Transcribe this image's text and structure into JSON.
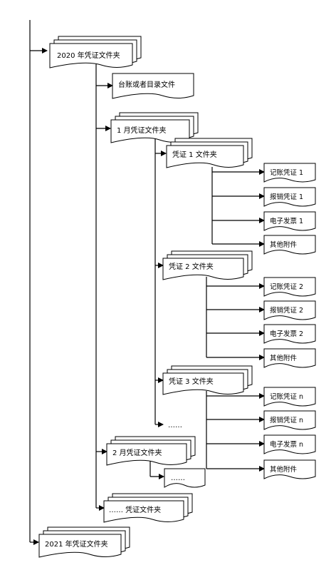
{
  "nodes": {
    "y2020": "2020 年凭证文件夹",
    "ledger": "台账或者目录文件",
    "jan": "1 月凭证文件夹",
    "v1": "凭证 1 文件夹",
    "v1_a": "记账凭证 1",
    "v1_b": "报销凭证 1",
    "v1_c": "电子发票 1",
    "v1_d": "其他附件",
    "v2": "凭证 2 文件夹",
    "v2_a": "记账凭证 2",
    "v2_b": "报销凭证 2",
    "v2_c": "电子发票 2",
    "v2_d": "其他附件",
    "v3": "凭证 3 文件夹",
    "vn_a": "记账凭证 n",
    "vn_b": "报销凭证 n",
    "vn_c": "电子发票 n",
    "vn_d": "其他附件",
    "ellipsis_vouchers": "……",
    "feb": "2 月凭证文件夹",
    "ellipsis_feb": "……",
    "more_months": "…… 凭证文件夹",
    "y2021": "2021 年凭证文件夹"
  }
}
